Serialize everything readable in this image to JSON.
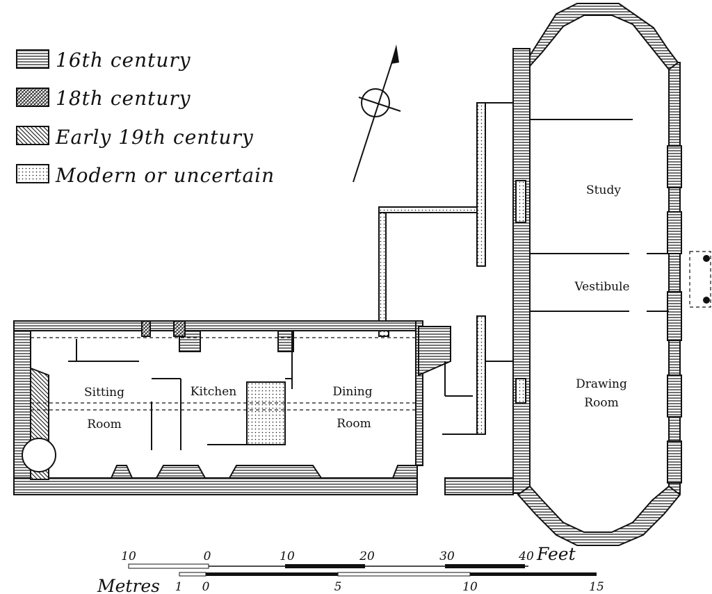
{
  "legend": {
    "items": [
      {
        "label": "16th century",
        "pattern": "horizontal-lines"
      },
      {
        "label": "18th century",
        "pattern": "cross-hatch"
      },
      {
        "label": "Early 19th century",
        "pattern": "diagonal-lines"
      },
      {
        "label": "Modern or uncertain",
        "pattern": "dots"
      }
    ]
  },
  "rooms": {
    "study": {
      "lines": [
        "Study"
      ]
    },
    "vestibule": {
      "lines": [
        "Vestibule"
      ]
    },
    "drawing_room": {
      "lines": [
        "Drawing",
        "Room"
      ]
    },
    "sitting_room": {
      "lines": [
        "Sitting",
        "Room"
      ]
    },
    "kitchen": {
      "lines": [
        "Kitchen"
      ]
    },
    "dining_room": {
      "lines": [
        "Dining",
        "Room"
      ]
    }
  },
  "scale": {
    "feet": {
      "unit": "Feet",
      "ticks": [
        "10",
        "0",
        "10",
        "20",
        "30",
        "40"
      ]
    },
    "metres": {
      "unit": "Metres",
      "ticks": [
        "1",
        "0",
        "5",
        "10",
        "15"
      ]
    }
  },
  "north_arrow": {
    "icon": "north-arrow-icon"
  }
}
